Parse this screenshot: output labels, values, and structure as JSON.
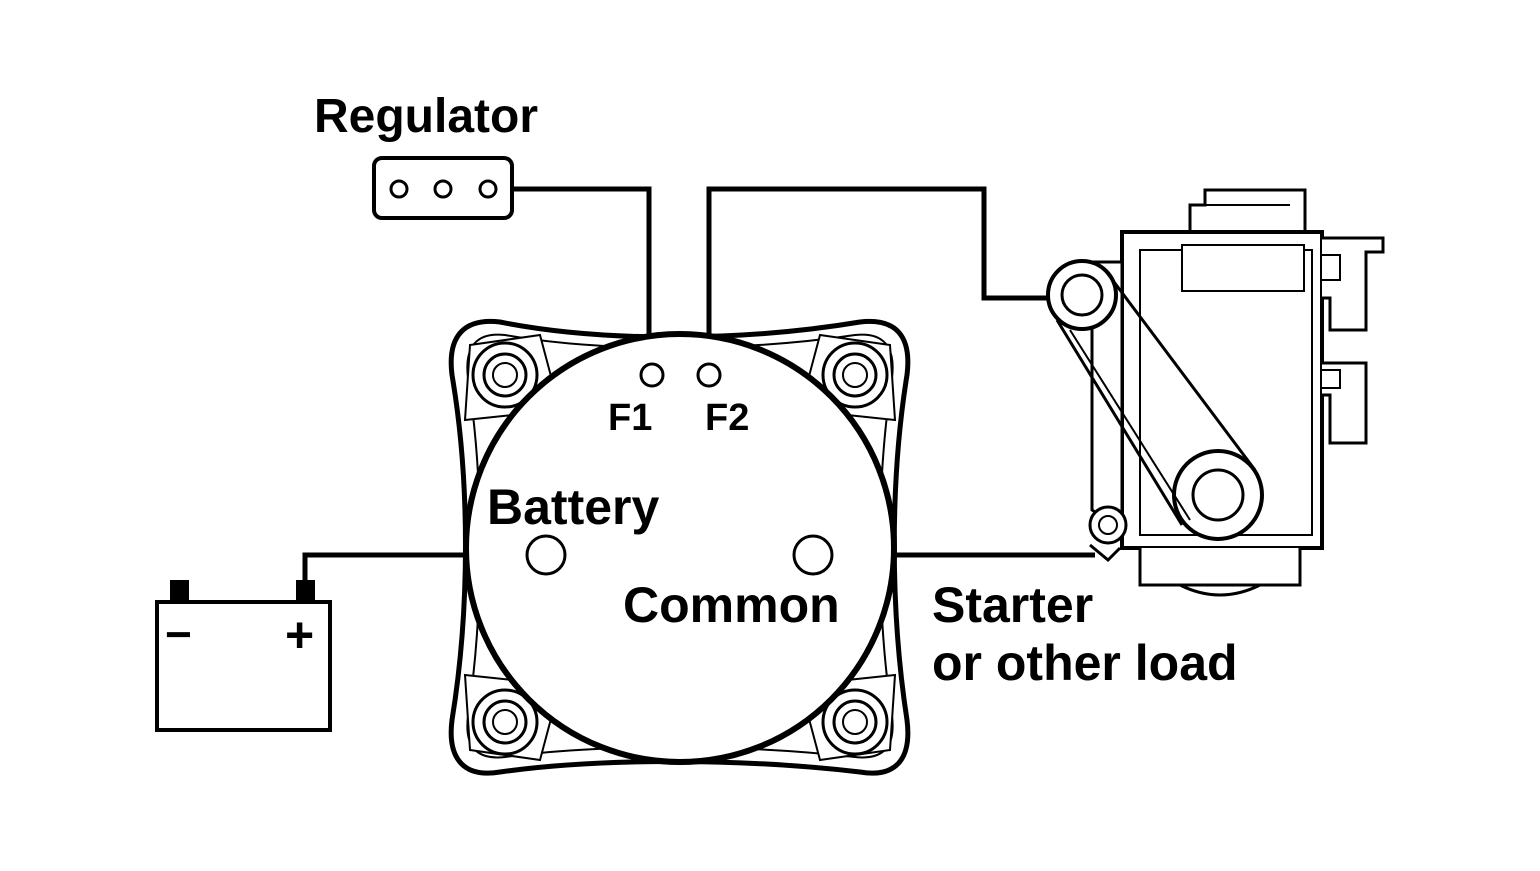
{
  "labels": {
    "regulator": "Regulator",
    "f1": "F1",
    "f2": "F2",
    "battery": "Battery",
    "common": "Common",
    "starter_line1": "Starter",
    "starter_line2": "or other load",
    "battery_minus": "−",
    "battery_plus": "+"
  },
  "colors": {
    "line": "#000000",
    "background": "#ffffff"
  }
}
